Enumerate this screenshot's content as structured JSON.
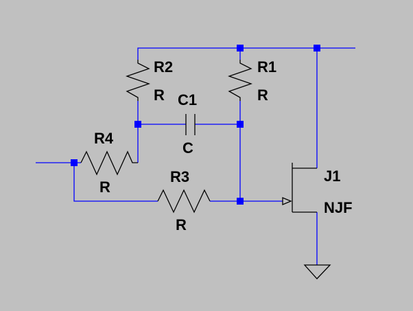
{
  "components": {
    "r1": {
      "name": "R1",
      "value": "R"
    },
    "r2": {
      "name": "R2",
      "value": "R"
    },
    "r3": {
      "name": "R3",
      "value": "R"
    },
    "r4": {
      "name": "R4",
      "value": "R"
    },
    "c1": {
      "name": "C1",
      "value": "C"
    },
    "j1": {
      "name": "J1",
      "value": "NJF"
    }
  },
  "colors": {
    "background": "#c0c0c0",
    "wire": "#0000ff",
    "component": "#000000",
    "node": "#0000ff"
  }
}
